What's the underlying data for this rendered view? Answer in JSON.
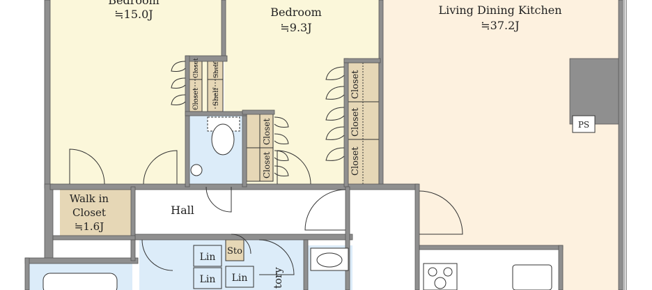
{
  "colors": {
    "wall": "#8f8f8f",
    "wall_dark": "#6d6d6d",
    "bedroom_fill": "#fbf7da",
    "ldk_fill": "#fdf1df",
    "wet_fill": "#dcecf9",
    "storage_fill": "#e6d7b6",
    "hall_fill": "#ffffff",
    "line": "#333333"
  },
  "rooms": {
    "bedroom_left": {
      "name": "Bedroom",
      "area": "≒15.0J"
    },
    "bedroom_center": {
      "name": "Bedroom",
      "area": "≒9.3J"
    },
    "ldk": {
      "name": "Living Dining Kitchen",
      "area": "≒37.2J"
    },
    "walk_in_closet": {
      "line1": "Walk in",
      "line2": "Closet",
      "area": "≒1.6J"
    },
    "hall": {
      "name": "Hall"
    },
    "lavatory_partial": {
      "name": "tory"
    }
  },
  "storage": {
    "closet": "Closet",
    "shelf": "Shelf",
    "linen": "Lin",
    "storage": "Sto",
    "pipe_space": "PS"
  }
}
